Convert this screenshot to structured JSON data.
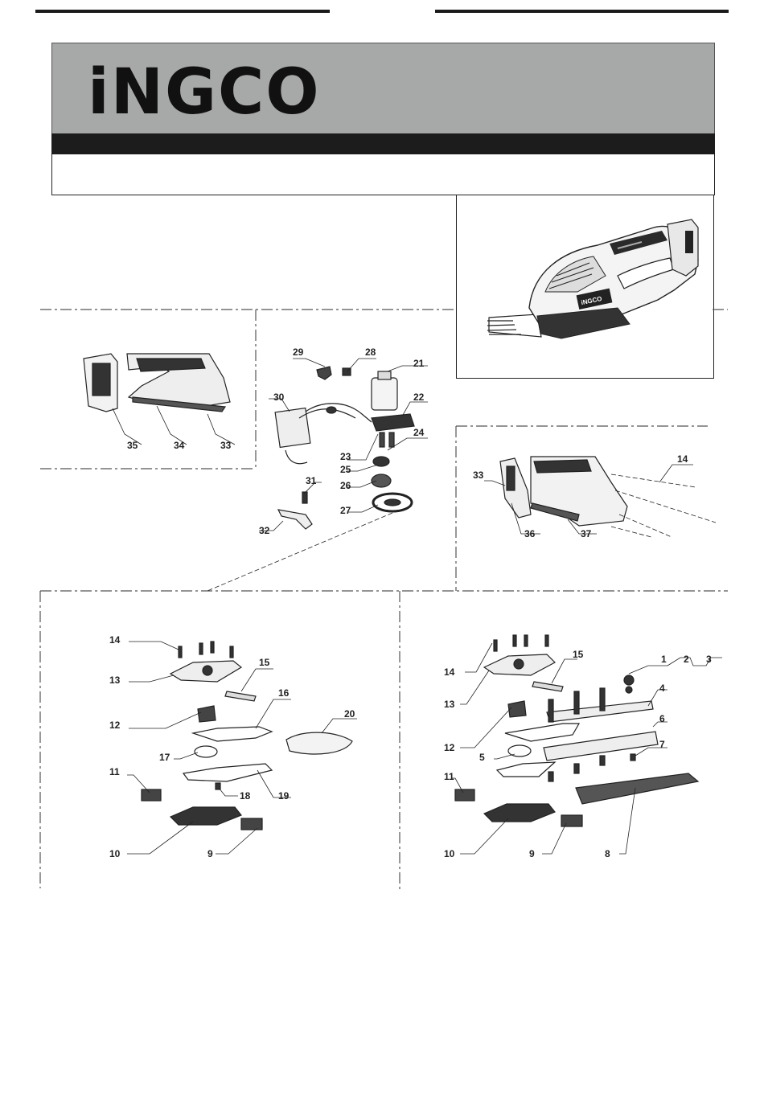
{
  "brand": {
    "logo_text": "iNGCO"
  },
  "product_image": {
    "badge_text": "iNGCO"
  },
  "part_numbers": {
    "p1": "1",
    "p2": "2",
    "p3": "3",
    "p4": "4",
    "p5": "5",
    "p6": "6",
    "p7": "7",
    "p8": "8",
    "p9": "9",
    "p10": "10",
    "p11": "11",
    "p12": "12",
    "p13": "13",
    "p14": "14",
    "p15": "15",
    "p16": "16",
    "p17": "17",
    "p18": "18",
    "p19": "19",
    "p20": "20",
    "p21": "21",
    "p22": "22",
    "p23": "23",
    "p24": "24",
    "p25": "25",
    "p26": "26",
    "p27": "27",
    "p28": "28",
    "p29": "29",
    "p30": "30",
    "p31": "31",
    "p32": "32",
    "p33": "33",
    "p34": "34",
    "p35": "35",
    "p36": "36",
    "p37": "37"
  },
  "colors": {
    "header_gray": "#a7a9a8",
    "bar_black": "#1c1c1c",
    "line": "#222222"
  }
}
